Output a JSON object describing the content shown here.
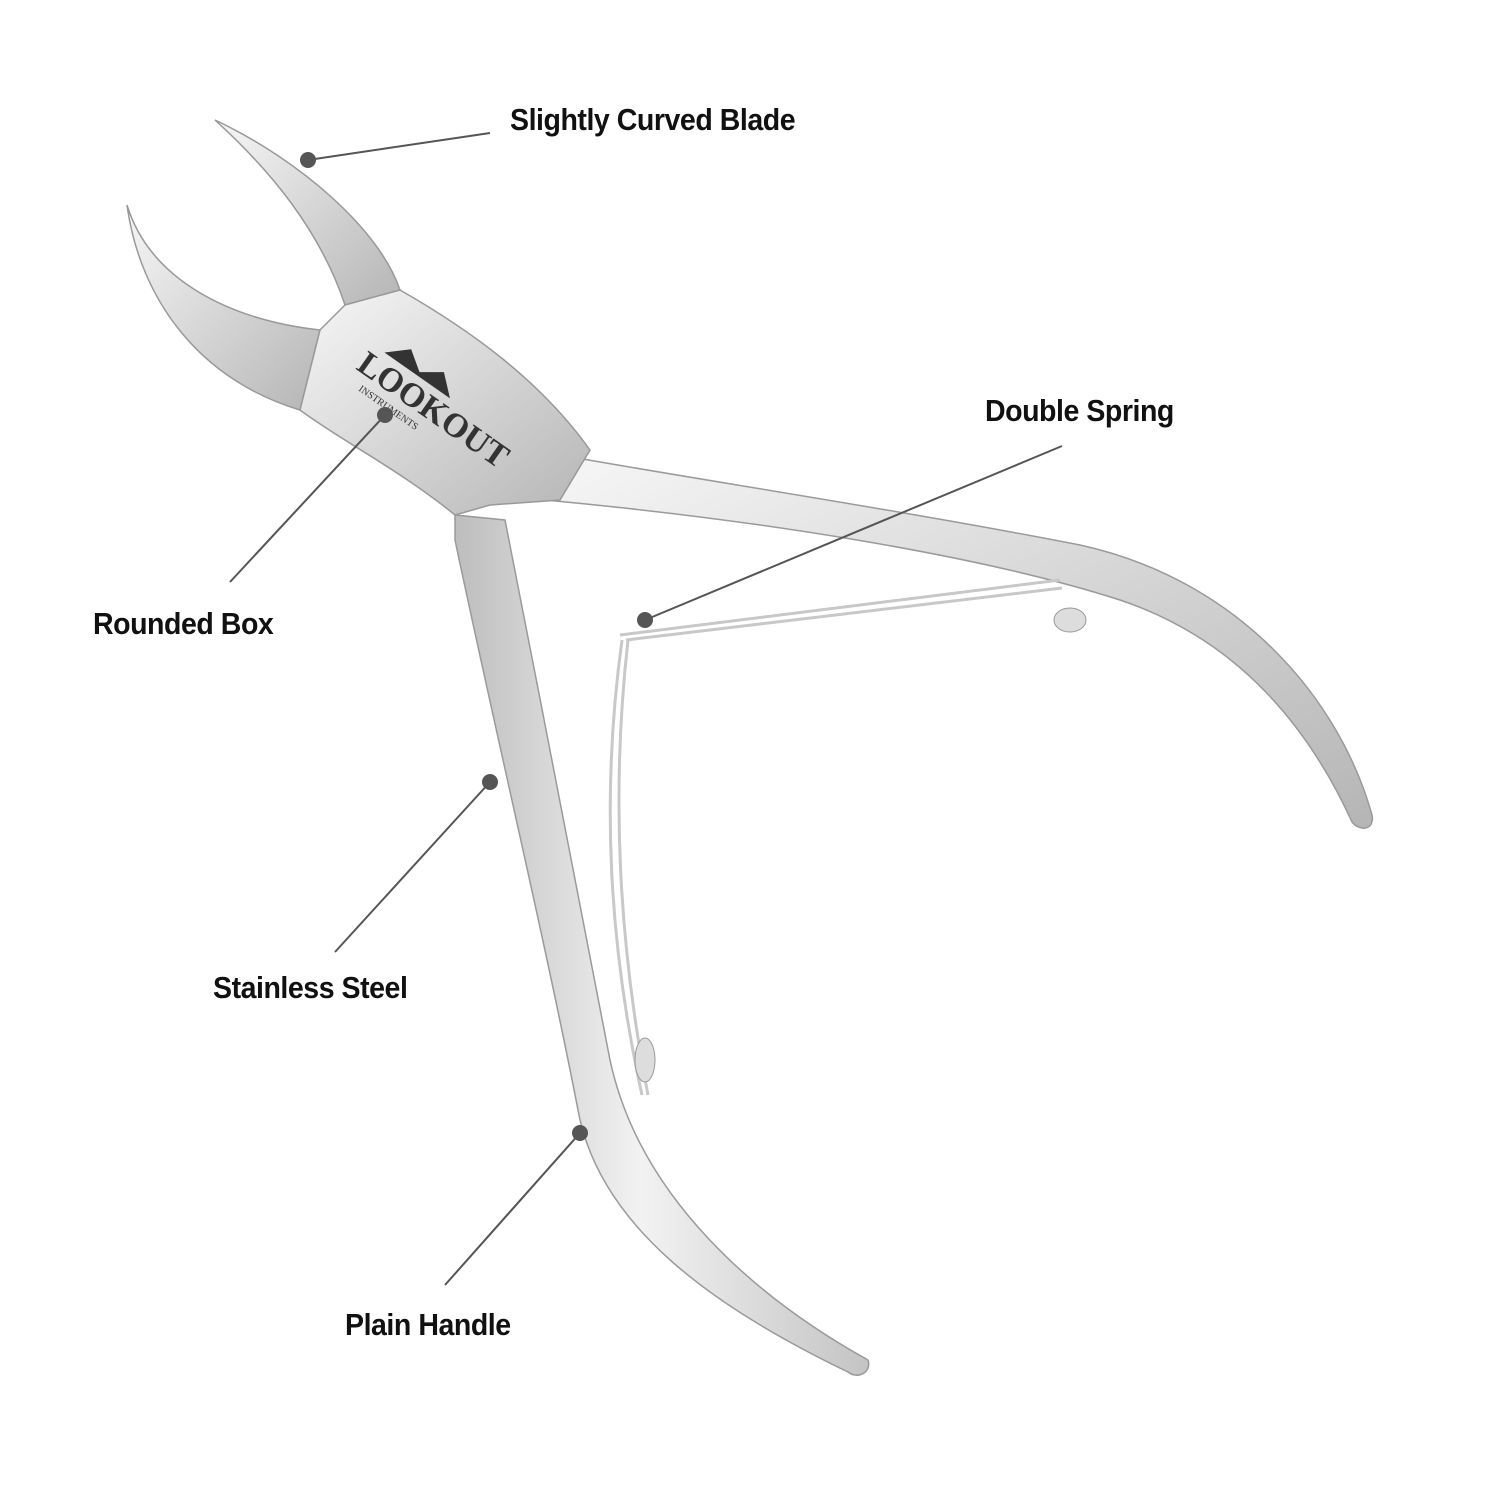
{
  "product": {
    "logo_text": "LOOKOUT",
    "logo_subtext": "INSTRUMENTS"
  },
  "callouts": [
    {
      "id": "blade",
      "label": "Slightly Curved Blade"
    },
    {
      "id": "spring",
      "label": "Double Spring"
    },
    {
      "id": "box",
      "label": "Rounded Box"
    },
    {
      "id": "steel",
      "label": "Stainless Steel"
    },
    {
      "id": "handle",
      "label": "Plain Handle"
    }
  ],
  "colors": {
    "text": "#111111",
    "leader": "#555555",
    "dot": "#555555",
    "steel_light": "#f4f4f4",
    "steel_dark": "#a9a9a9"
  }
}
